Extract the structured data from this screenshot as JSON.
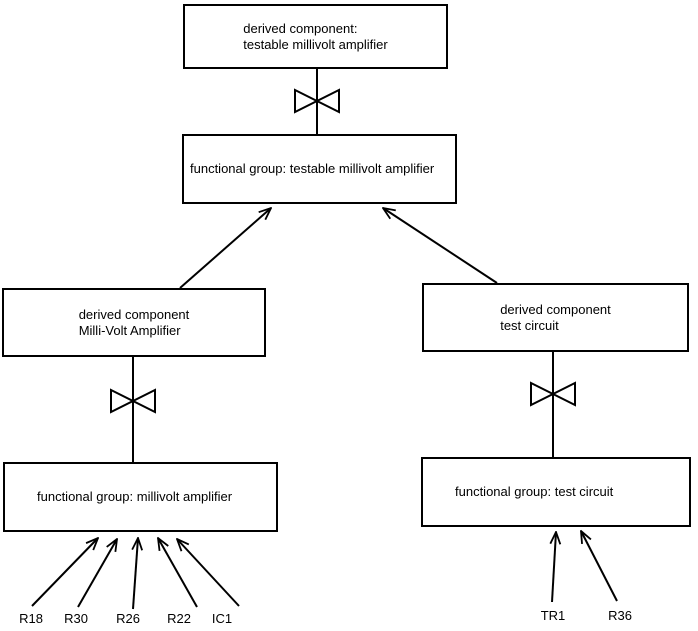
{
  "colors": {
    "stroke": "#000000",
    "background": "#ffffff",
    "text": "#000000"
  },
  "icons": {
    "connector": "bowtie-icon",
    "arrowhead": "open-arrow-icon"
  },
  "nodes": {
    "top_derived": {
      "line1": "derived component:",
      "line2": "testable millivolt amplifier"
    },
    "top_functional": {
      "label": "functional group: testable millivolt amplifier"
    },
    "left_derived": {
      "line1": "derived component",
      "line2": "Milli-Volt Amplifier"
    },
    "left_functional": {
      "label": "functional group: millivolt amplifier"
    },
    "right_derived": {
      "line1": "derived component",
      "line2": "test circuit"
    },
    "right_functional": {
      "label": "functional group: test circuit"
    }
  },
  "leaves": {
    "left": [
      {
        "label": "R18"
      },
      {
        "label": "R30"
      },
      {
        "label": "R26"
      },
      {
        "label": "R22"
      },
      {
        "label": "IC1"
      }
    ],
    "right": [
      {
        "label": "TR1"
      },
      {
        "label": "R36"
      }
    ]
  },
  "edges": [
    {
      "from": "top_functional",
      "to": "top_derived",
      "type": "bowtie-connector"
    },
    {
      "from": "left_derived",
      "to": "top_functional",
      "type": "arrow"
    },
    {
      "from": "right_derived",
      "to": "top_functional",
      "type": "arrow"
    },
    {
      "from": "left_functional",
      "to": "left_derived",
      "type": "bowtie-connector"
    },
    {
      "from": "right_functional",
      "to": "right_derived",
      "type": "bowtie-connector"
    },
    {
      "from": "R18",
      "to": "left_functional",
      "type": "arrow"
    },
    {
      "from": "R30",
      "to": "left_functional",
      "type": "arrow"
    },
    {
      "from": "R26",
      "to": "left_functional",
      "type": "arrow"
    },
    {
      "from": "R22",
      "to": "left_functional",
      "type": "arrow"
    },
    {
      "from": "IC1",
      "to": "left_functional",
      "type": "arrow"
    },
    {
      "from": "TR1",
      "to": "right_functional",
      "type": "arrow"
    },
    {
      "from": "R36",
      "to": "right_functional",
      "type": "arrow"
    }
  ]
}
